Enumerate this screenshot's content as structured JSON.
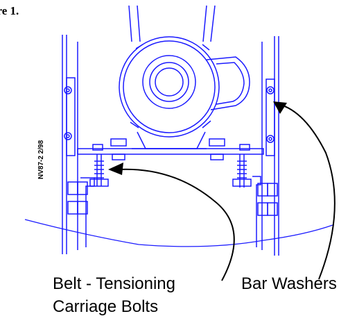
{
  "figure": {
    "title": "ure 1.",
    "stamp": "NV87-2 2/98",
    "labels": {
      "belt_tensioning_line1": "Belt - Tensioning",
      "belt_tensioning_line2": "Carriage Bolts",
      "bar_washers": "Bar Washers"
    },
    "colors": {
      "drawing": "#1a1aff",
      "annotation": "#000000"
    }
  }
}
